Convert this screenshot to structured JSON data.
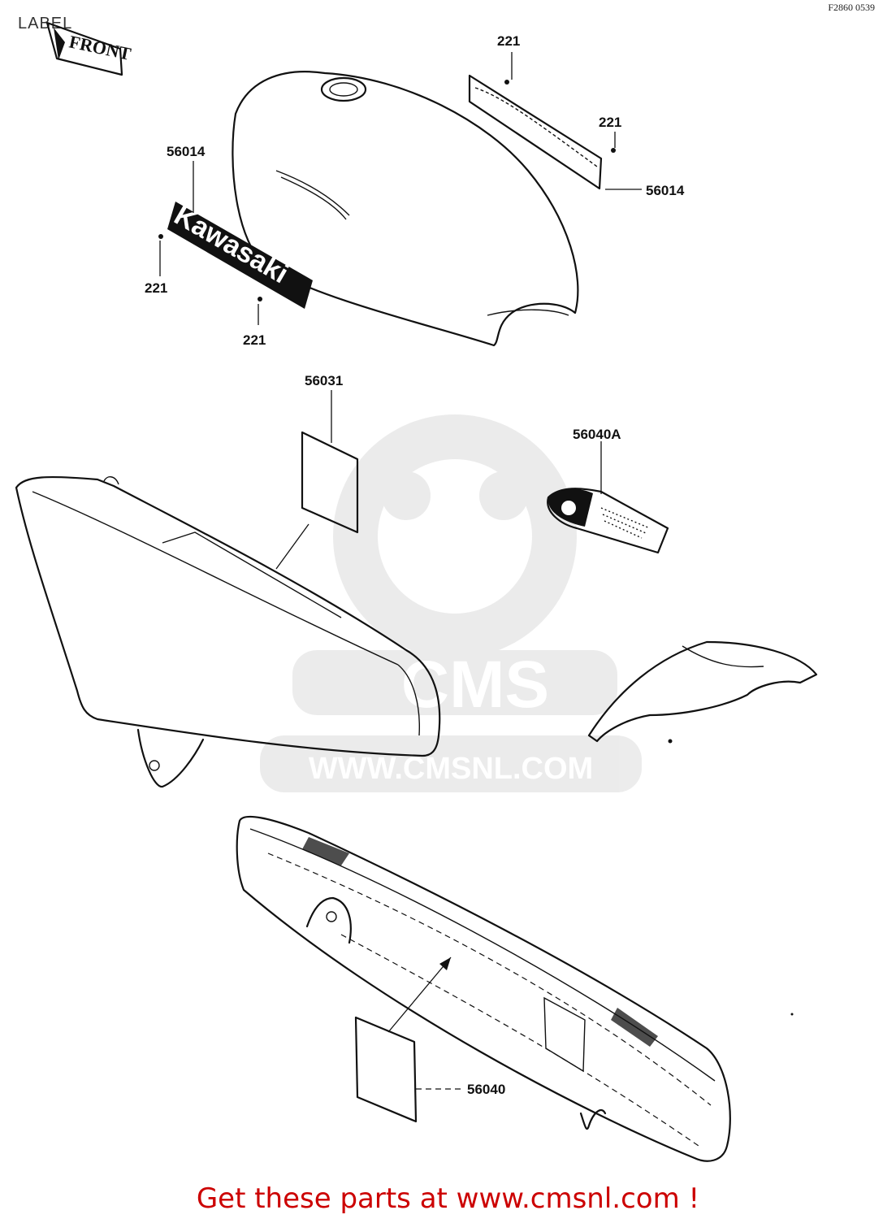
{
  "page": {
    "title": "LABEL",
    "drawing_code": "F2860 0539"
  },
  "decals": {
    "front_text": "FRONT",
    "brand_text": "Kawasaki"
  },
  "parts": {
    "screw_top_1": "221",
    "screw_top_2": "221",
    "emblem_right": "56014",
    "emblem_left": "56014",
    "screw_left_1": "221",
    "screw_left_2": "221",
    "side_cover_label": "56031",
    "warning_label": "56040A",
    "chain_case_label": "56040"
  },
  "watermark": {
    "brand": "CMS",
    "url": "WWW.CMSNL.COM"
  },
  "footer": {
    "cta": "Get these parts at www.cmsnl.com !"
  }
}
